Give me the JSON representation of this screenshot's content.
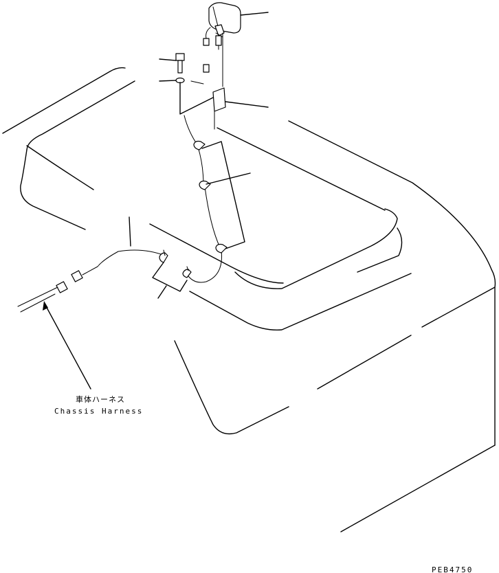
{
  "labels": {
    "harness_jp": "車体ハーネス",
    "harness_en": "Chassis Harness"
  },
  "drawing_code": "PEB4750"
}
